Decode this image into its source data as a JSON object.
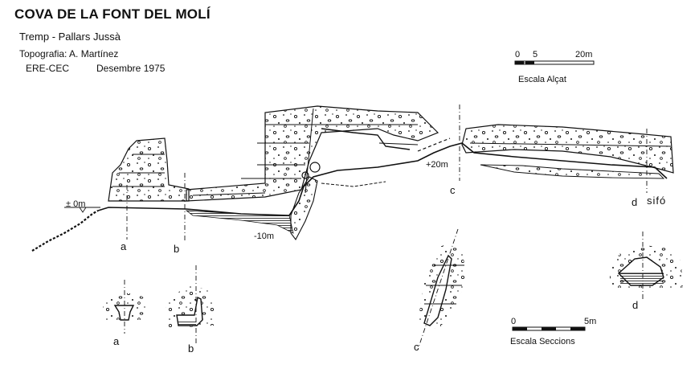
{
  "header": {
    "title": "COVA DE LA FONT DEL MOLÍ",
    "subtitle": "Tremp - Pallars Jussà",
    "topography": "Topografia: A. Martínez",
    "group": "ERE-CEC",
    "date": "Desembre 1975"
  },
  "scale_elevation": {
    "ticks": [
      "0",
      "5",
      "20m"
    ],
    "label": "Escala Alçat"
  },
  "scale_sections": {
    "ticks": [
      "0",
      "5m"
    ],
    "label": "Escala Seccions"
  },
  "profile": {
    "datum": "± 0m",
    "depth_low": "-10m",
    "depth_high": "+20m",
    "sump": "sifó",
    "section_marks": [
      "a",
      "b",
      "c",
      "d"
    ]
  },
  "sections": [
    "a",
    "b",
    "c",
    "d"
  ],
  "colors": {
    "ink": "#111111",
    "background": "#ffffff"
  }
}
